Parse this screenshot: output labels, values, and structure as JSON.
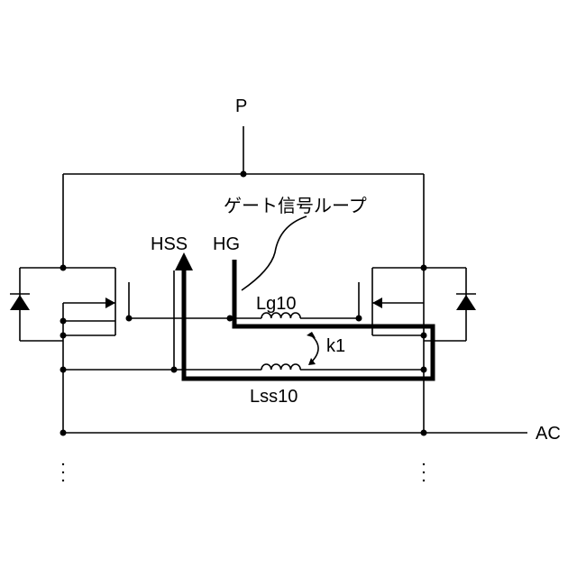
{
  "diagram": {
    "labels": {
      "p_node": "P",
      "gate_loop": "ゲート信号ループ",
      "hss": "HSS",
      "hg": "HG",
      "lg10": "Lg10",
      "k1": "k1",
      "lss10": "Lss10",
      "ac_node": "AC"
    }
  }
}
